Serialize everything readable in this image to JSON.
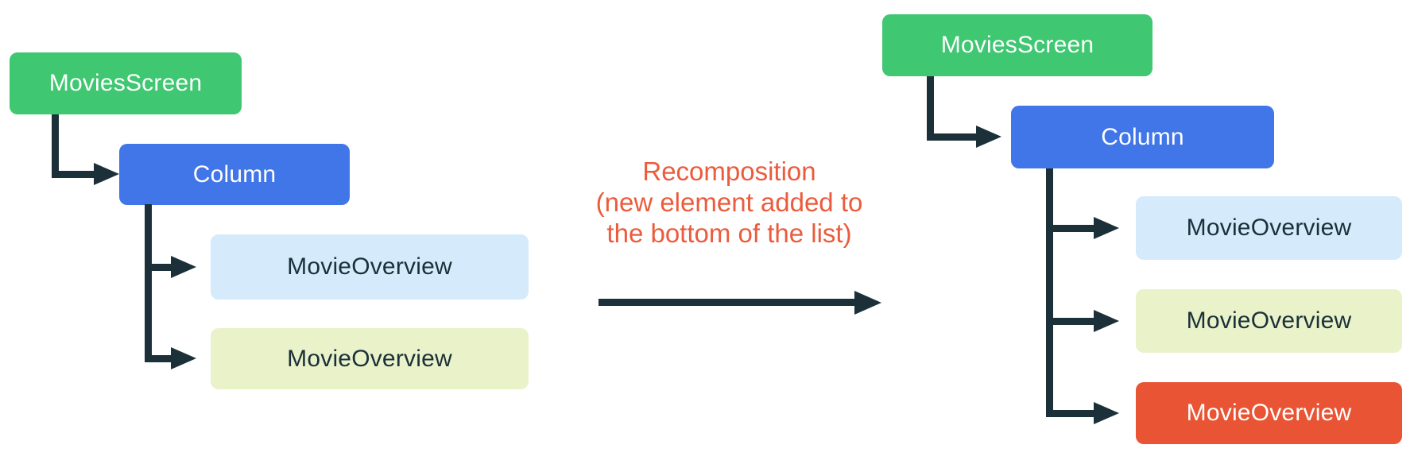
{
  "theme": {
    "background": "#FFFFFF",
    "green": "#3FC771",
    "blue": "#4176E8",
    "light_blue": "#D5EBFB",
    "light_green": "#EAF2CA",
    "orange": "#E95435",
    "accent_text": "#EB5B3C",
    "ink": "#1B3039",
    "box_text_light": "#FFFFFF"
  },
  "caption": {
    "line1": "Recomposition",
    "line2": "(new element added to",
    "line3": "the bottom of the list)"
  },
  "left_tree": {
    "root": "MoviesScreen",
    "container": "Column",
    "children": [
      {
        "label": "MovieOverview"
      },
      {
        "label": "MovieOverview"
      }
    ]
  },
  "right_tree": {
    "root": "MoviesScreen",
    "container": "Column",
    "children": [
      {
        "label": "MovieOverview"
      },
      {
        "label": "MovieOverview"
      },
      {
        "label": "MovieOverview"
      }
    ]
  }
}
